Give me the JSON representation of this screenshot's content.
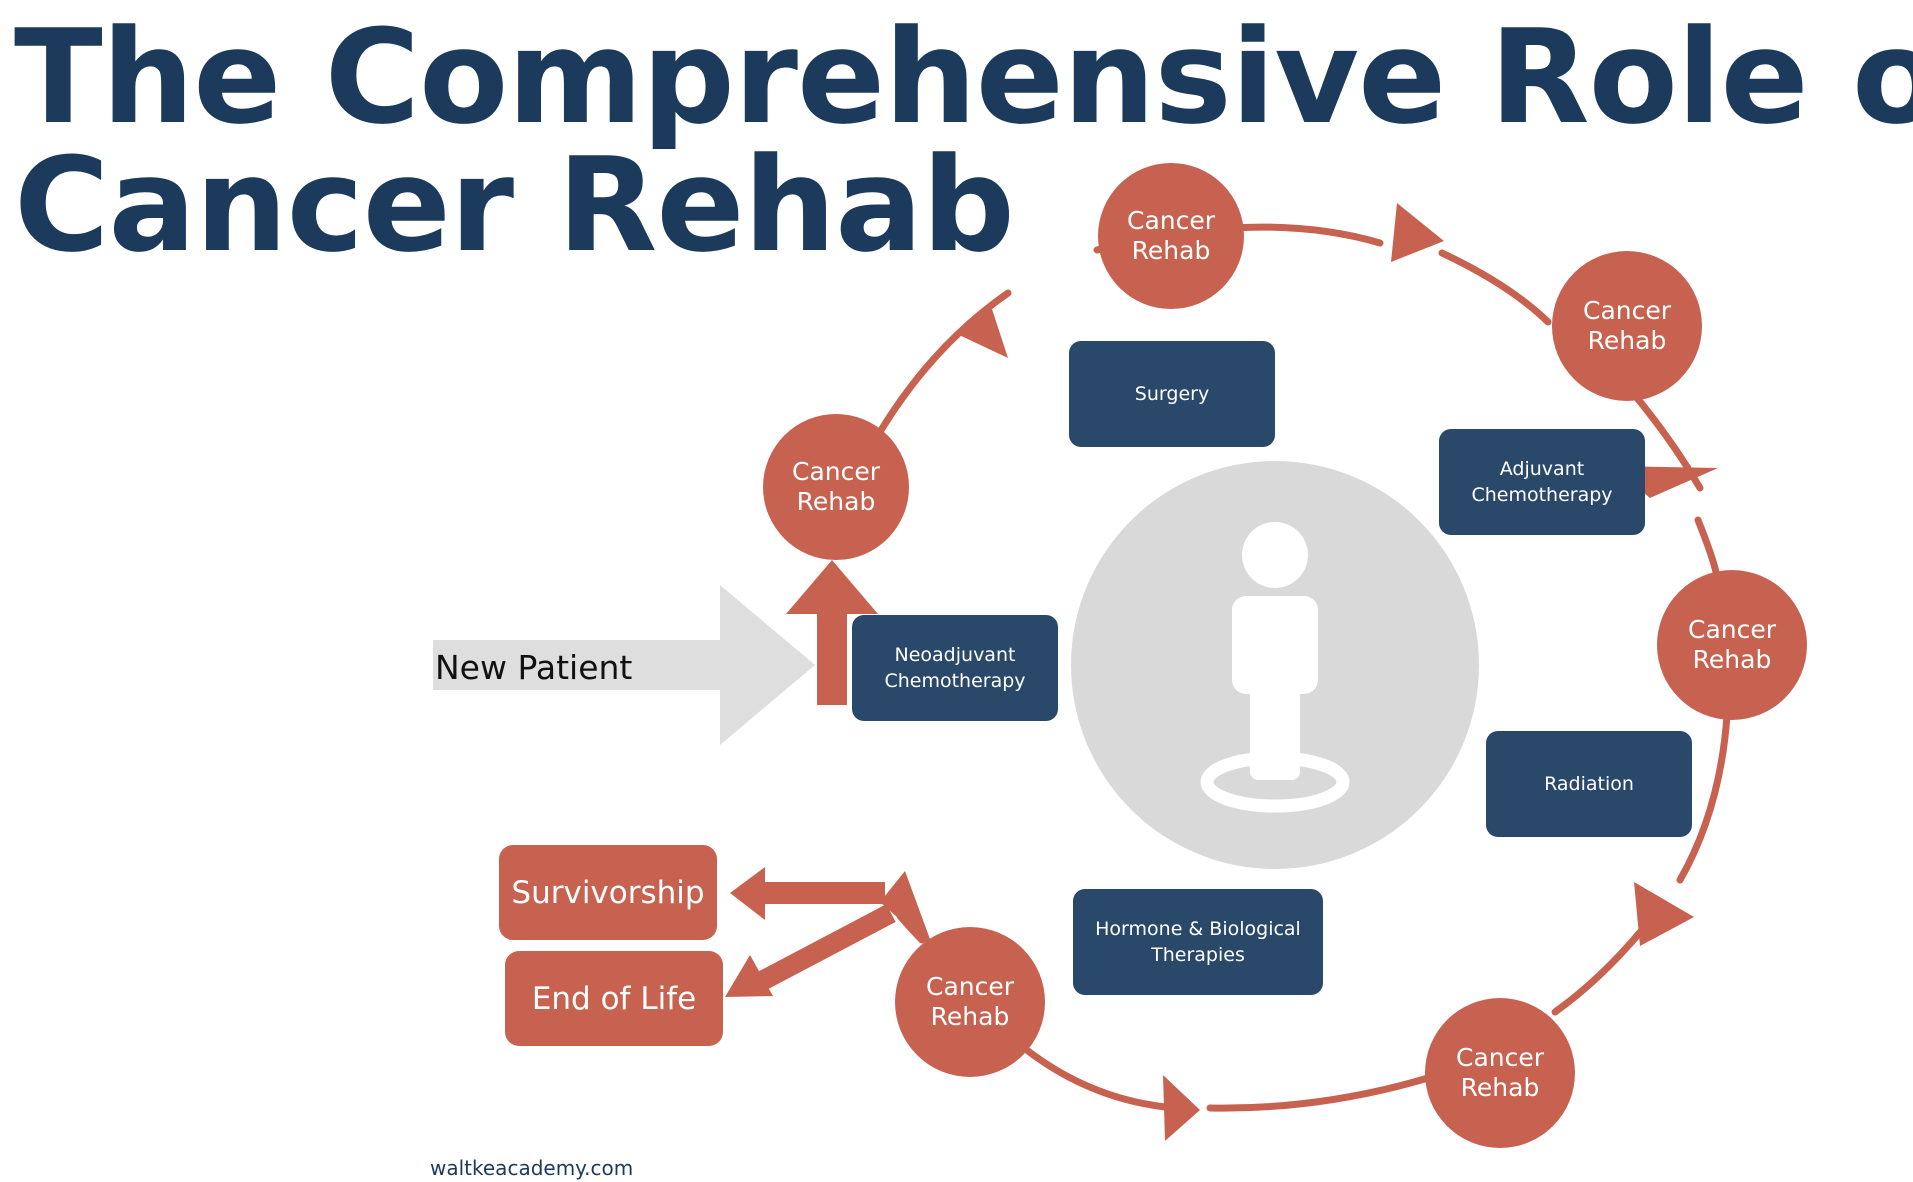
{
  "title": {
    "line1": "The Comprehensive Role of",
    "line2": "Cancer Rehab"
  },
  "colors": {
    "title": "#1b3a5c",
    "rehab": "#c86250",
    "treatment": "#29486a",
    "patient_circle": "#d9d9d9",
    "new_patient_arrow": "#dedede"
  },
  "new_patient": {
    "label": "New Patient"
  },
  "rehab_nodes": [
    {
      "label": "Cancer\nRehab"
    },
    {
      "label": "Cancer\nRehab"
    },
    {
      "label": "Cancer\nRehab"
    },
    {
      "label": "Cancer\nRehab"
    },
    {
      "label": "Cancer\nRehab"
    },
    {
      "label": "Cancer\nRehab"
    }
  ],
  "treatments": [
    {
      "label": "Neoadjuvant\nChemotherapy"
    },
    {
      "label": "Surgery"
    },
    {
      "label": "Adjuvant\nChemotherapy"
    },
    {
      "label": "Radiation"
    },
    {
      "label": "Hormone & Biological\nTherapies"
    }
  ],
  "center_icon": "person-icon",
  "outcomes": [
    {
      "label": "Survivorship"
    },
    {
      "label": "End of Life"
    }
  ],
  "source": "waltkeacademy.com"
}
